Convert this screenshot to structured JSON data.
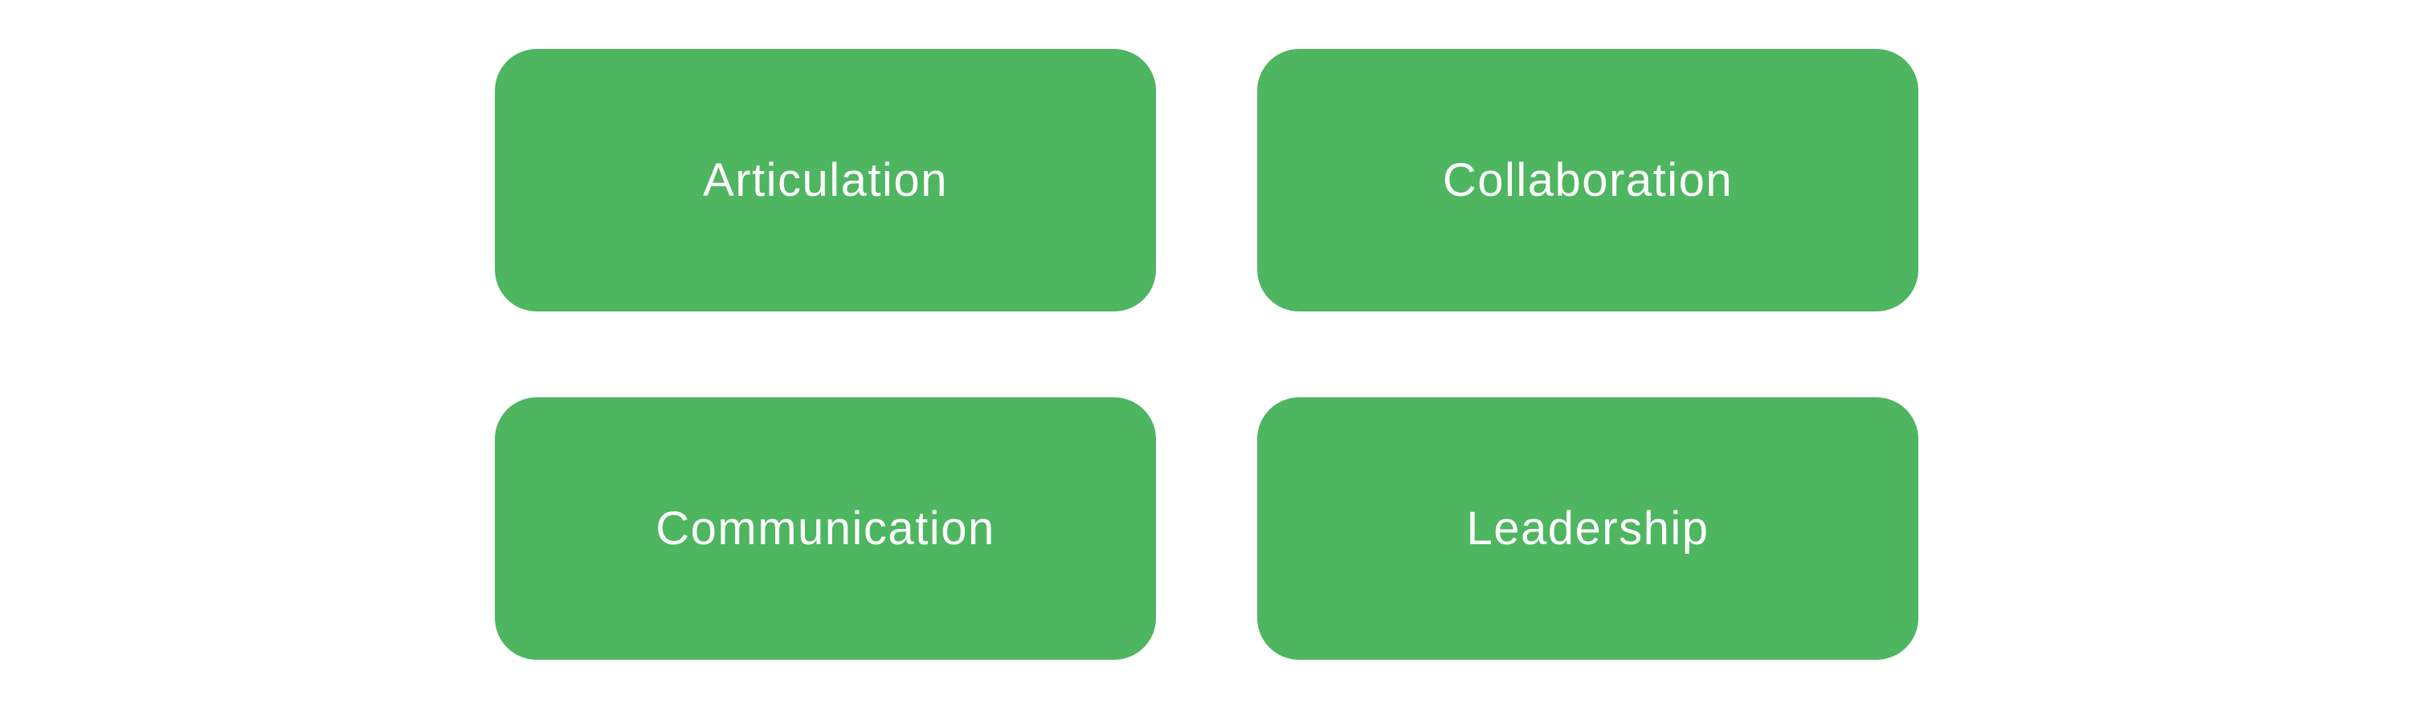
{
  "diagram": {
    "cards": [
      {
        "label": "Articulation"
      },
      {
        "label": "Collaboration"
      },
      {
        "label": "Communication"
      },
      {
        "label": "Leadership"
      }
    ],
    "colors": {
      "card_background": "#4eb561",
      "card_text": "#fdfdfd",
      "page_background": "#ffffff"
    }
  }
}
